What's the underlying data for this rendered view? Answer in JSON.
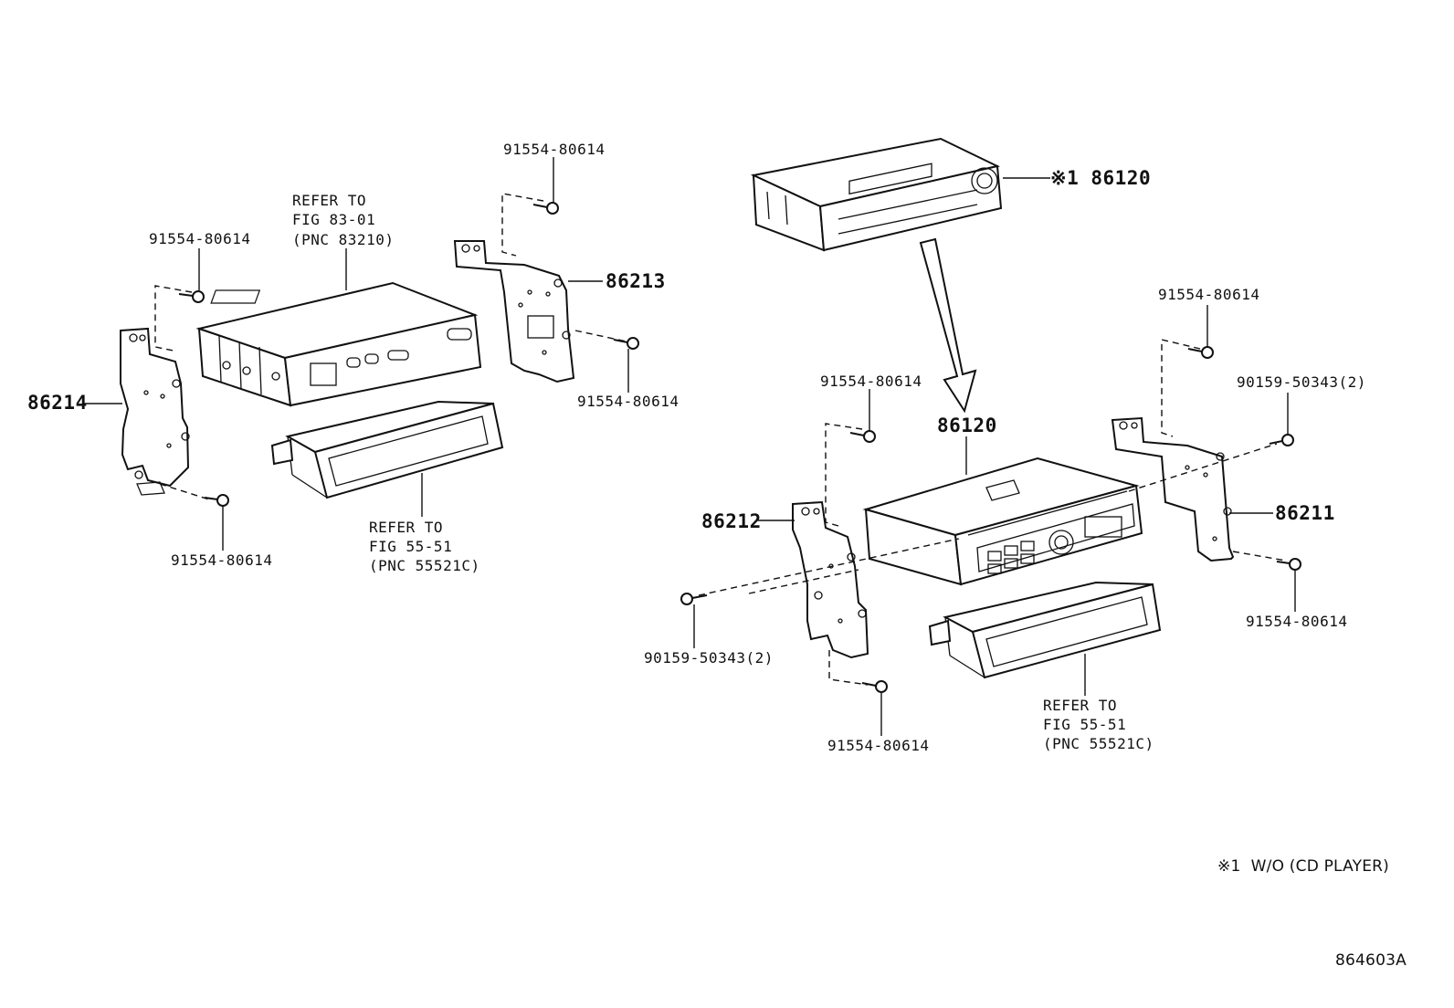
{
  "labels": {
    "bolt_tl_top": "91554-80614",
    "bolt_left_top": "91554-80614",
    "bolt_left_bottom": "91554-80614",
    "bolt_tl_right": "91554-80614",
    "part_86214": "86214",
    "part_86213": "86213",
    "refer_83_line1": "REFER TO",
    "refer_83_line2": "FIG 83-01",
    "refer_83_line3": "(PNC 83210)",
    "refer_55_left_line1": "REFER TO",
    "refer_55_left_line2": "FIG 55-51",
    "refer_55_left_line3": "(PNC 55521C)",
    "note_marker_part": "※1 86120",
    "part_86120": "86120",
    "bolt_r_top_right": "91554-80614",
    "bolt_r_mid_left": "91554-80614",
    "screw_right": "90159-50343(2)",
    "part_86212": "86212",
    "part_86211": "86211",
    "bolt_r_right_bottom": "91554-80614",
    "screw_left": "90159-50343(2)",
    "bolt_r_bottom": "91554-80614",
    "refer_55_right_line1": "REFER TO",
    "refer_55_right_line2": "FIG 55-51",
    "refer_55_right_line3": "(PNC 55521C)",
    "footnote": "※1  W/O (CD PLAYER)",
    "figure_code": "864603A"
  }
}
